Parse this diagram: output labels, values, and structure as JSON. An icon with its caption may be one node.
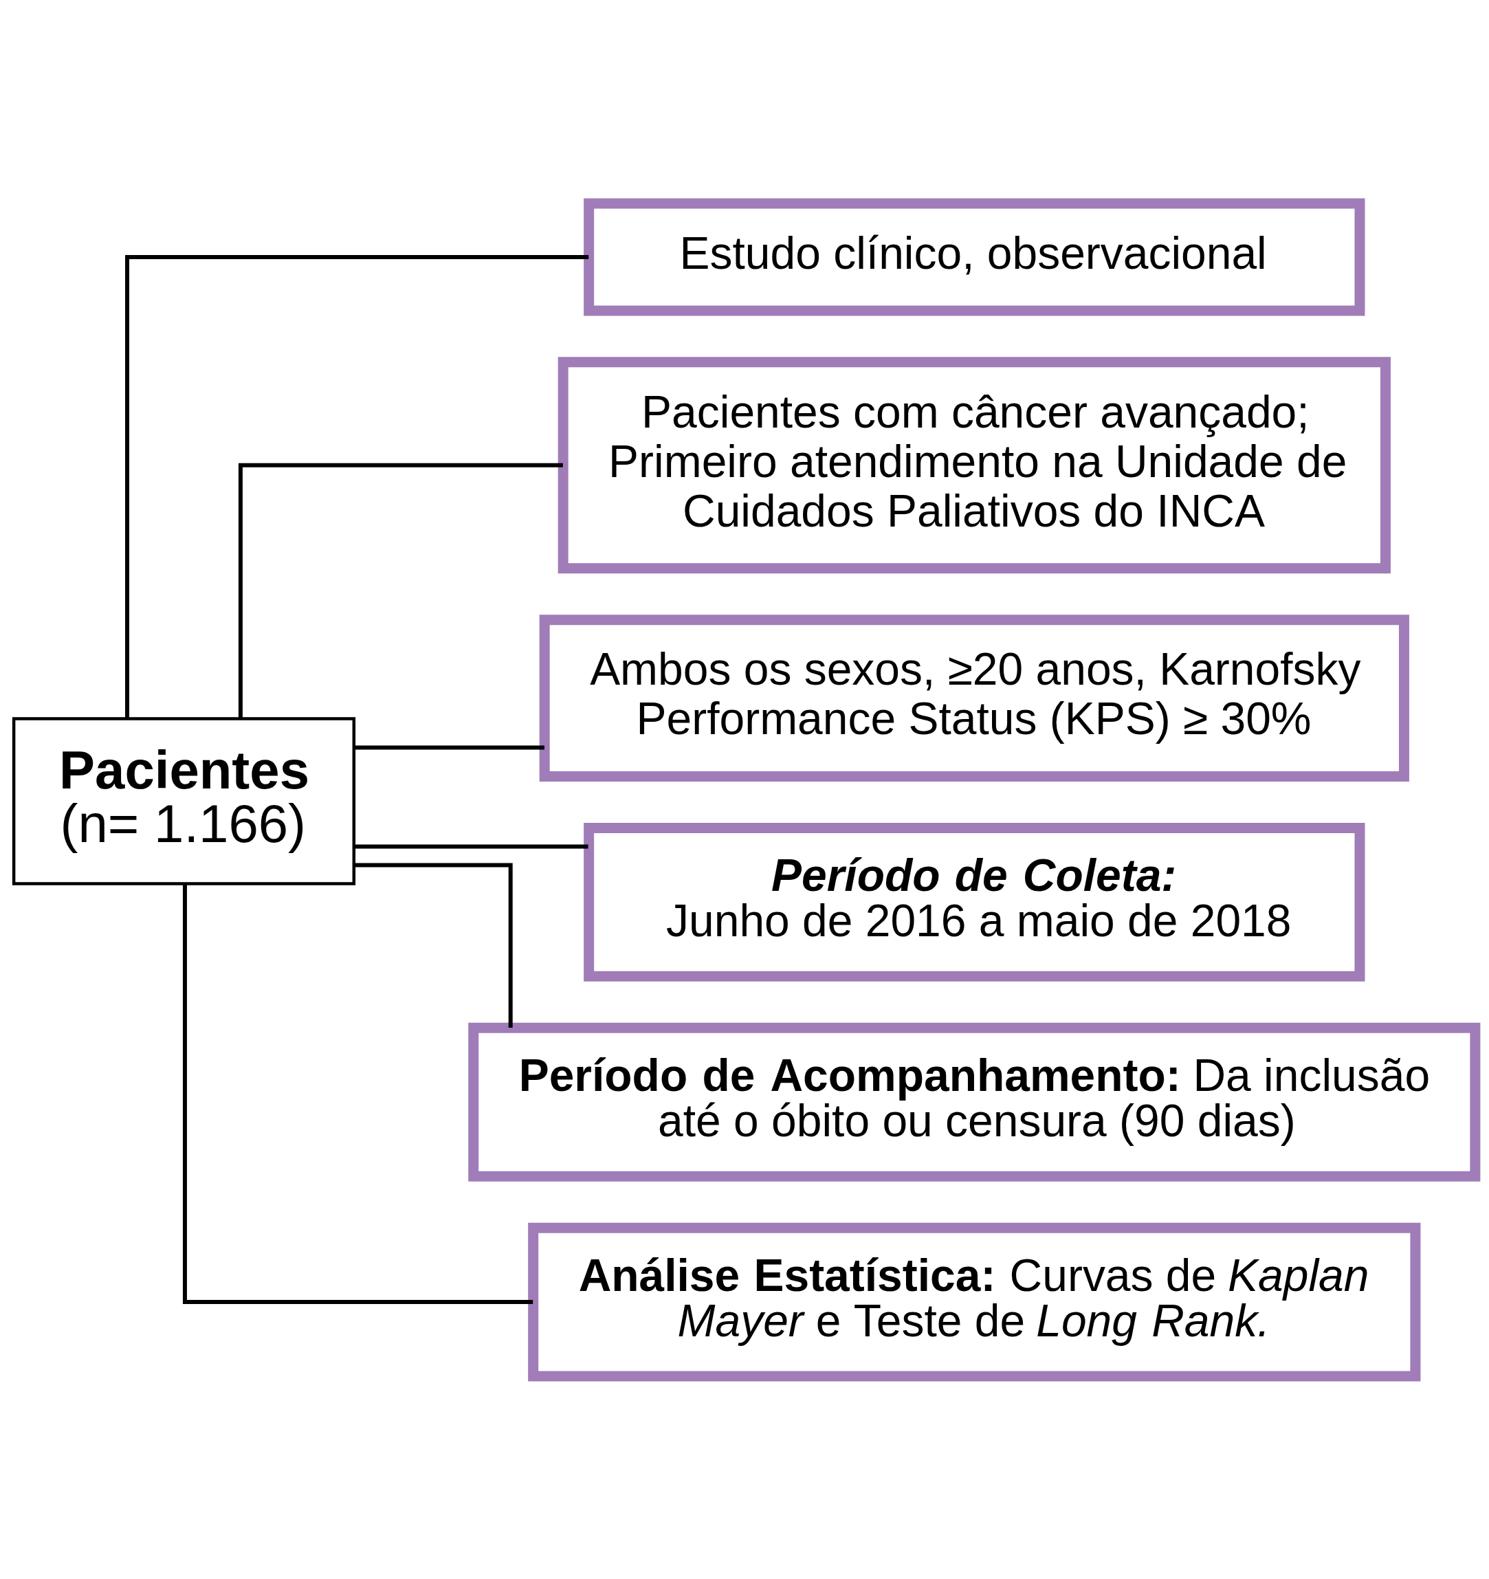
{
  "diagram": {
    "nodes": [
      {
        "text": [
          "Pacientes",
          "(n= 1.166)"
        ]
      },
      {
        "text": [
          "Estudo clínico, observacional"
        ]
      },
      {
        "text": [
          "Pacientes com câncer avançado; Primeiro atendimento na Unidade de Cuidados Paliativos do INCA"
        ]
      },
      {
        "text": [
          "Ambos os sexos, ≥20 anos, Karnofsky Performance Status (KPS) ≥ 30%"
        ]
      },
      {
        "text": [
          "Período de Coleta:",
          "Junho de 2016 a maio de 2018"
        ]
      },
      {
        "text": [
          "**Período de Acompanhamento:** Da inclusão até o óbito ou censura (90 dias)"
        ]
      },
      {
        "text": [
          "**Análise Estatística:** Curvas de *Kaplan Mayer* e Teste de *Long Rank.*"
        ]
      }
    ],
    "edges": [
      {
        "from": 0,
        "to": 1,
        "arrow": "none"
      },
      {
        "from": 0,
        "to": 2,
        "arrow": "none"
      },
      {
        "from": 0,
        "to": 3,
        "arrow": "none"
      },
      {
        "from": 0,
        "to": 4,
        "arrow": "none"
      },
      {
        "from": 0,
        "to": 5,
        "arrow": "none"
      },
      {
        "from": 0,
        "to": 6,
        "arrow": "none"
      }
    ]
  }
}
